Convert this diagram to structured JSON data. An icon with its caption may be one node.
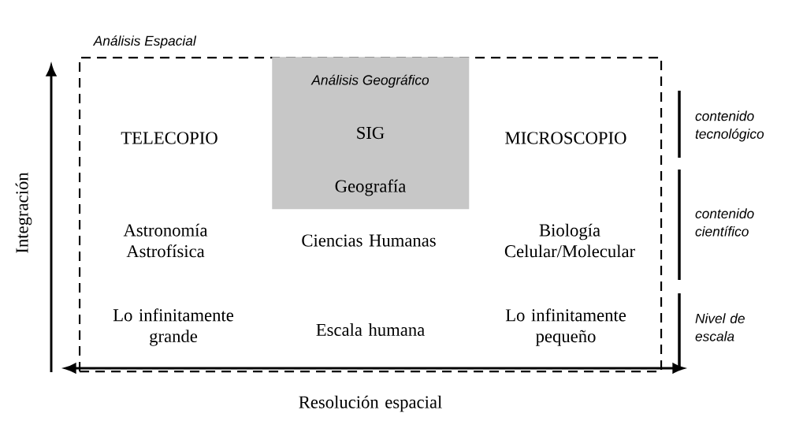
{
  "diagram": {
    "nodes": [
      {
        "text": [
          "Análisis Espacial"
        ]
      },
      {
        "text": [
          "Análisis Geográfico",
          "SIG",
          "Geografía"
        ],
        "in": 0
      }
    ],
    "labels": [
      "TELECOPIO",
      "MICROSCOPIO",
      "contenido tecnológico",
      "Astronomía Astrofísica",
      "Ciencias Humanas",
      "Biología Celular/Molecular",
      "contenido científico",
      "Lo infinitamente grande",
      "Escala humana",
      "Lo infinitamente pequeño",
      "Nivel de escala",
      "Integración",
      "Resolución espacial"
    ]
  }
}
